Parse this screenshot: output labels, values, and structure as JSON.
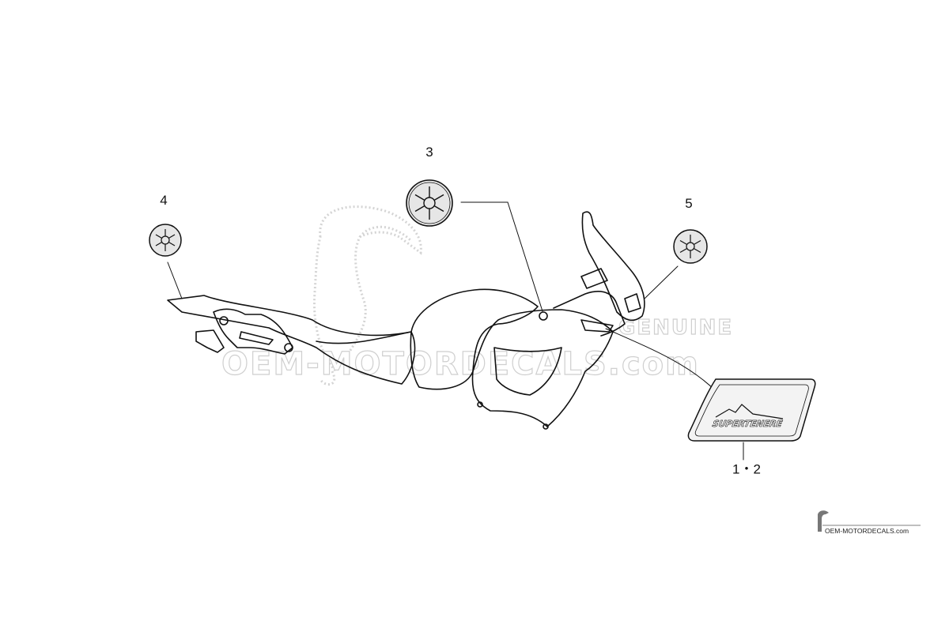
{
  "diagram": {
    "callouts": {
      "part_1_2": "1・2",
      "part_3": "3",
      "part_4": "4",
      "part_5": "5"
    },
    "decal_text": "SUPERTENERE"
  },
  "watermark": {
    "main": "OEM-MOTORDECALS.com",
    "genuine": "GENUINE"
  },
  "corner_logo": {
    "text": "OEM-MOTORDECALS.com"
  },
  "colors": {
    "line": "#111111",
    "watermark": "#cfcfcf",
    "emblem_fill": "#e6e6e6"
  },
  "icons": [
    "tuning-fork-emblem-icon",
    "mountain-decal-icon",
    "bird-watermark-icon"
  ]
}
